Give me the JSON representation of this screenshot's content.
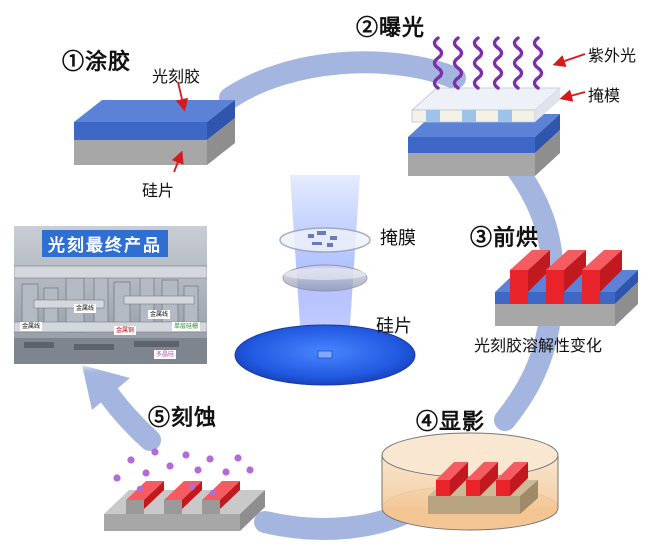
{
  "steps": {
    "coat": "①涂胶",
    "expose": "②曝光",
    "bake": "③前烘",
    "develop": "④显影",
    "etch": "⑤刻蚀"
  },
  "labels": {
    "photoresist": "光刻胶",
    "wafer": "硅片",
    "uv": "紫外光",
    "mask": "掩模",
    "center_mask": "掩膜",
    "center_wafer": "硅片",
    "dissolve": "光刻胶溶解性变化"
  },
  "product": {
    "title": "光刻最终产品",
    "tags": [
      "金属线",
      "金属线",
      "金属铜",
      "金属线",
      "单层硅栅",
      "多晶硅"
    ]
  },
  "colors": {
    "ring": "#a4b6e0",
    "resist": "#3f67c6",
    "wafer": "#a7a7a7",
    "pattern": "#e8232a",
    "uv": "#7b2fa8",
    "particle": "#b36bd6"
  }
}
